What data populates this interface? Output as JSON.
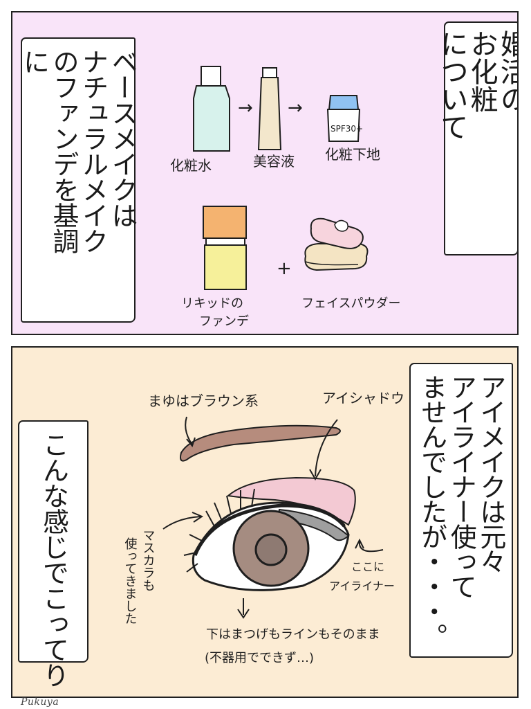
{
  "colors": {
    "top_panel_background": "#f9e4f9",
    "bottom_panel_background": "#fcecd4",
    "eyebrow": "#b68c7d",
    "eyeshadow": "#f3c9d3",
    "iris": "#a58c81",
    "pupil": "#8e7a72",
    "liquid_foundation_cap": "#f4b370",
    "liquid_foundation_body": "#f6f09a",
    "lotion_bottle": "#d7f2ec",
    "serum_tube": "#f3e7cc",
    "primer_cap": "#90c2f2",
    "powder_puff": "#f7d4dd",
    "powder_compact": "#f4e4c3"
  },
  "top_panel": {
    "title_vertical": "婚活の\nお化粧\nについて",
    "base_text_vertical": "ベースメイクは\nナチュラルメイク\nのファンデを基調\nに",
    "items": {
      "lotion_label": "化粧水",
      "serum_label": "美容液",
      "primer_label": "化粧下地",
      "primer_spf": "SPF30+",
      "foundation_label_line1": "リキッドの",
      "foundation_label_line2": "ファンデ",
      "powder_label": "フェイスパウダー",
      "arrow_1": "→",
      "arrow_2": "→",
      "plus": "+"
    }
  },
  "bottom_panel": {
    "eye_text_vertical": "アイメイクは元々\nアイライナー使って\nませんでしたが・・・。",
    "kottori_vertical": "こんな感じでこってり",
    "labels": {
      "eyebrow_note": "まゆはブラウン系",
      "eyeshadow_note": "アイシャドウ",
      "mascara_line1": "マスカラも",
      "mascara_line2": "使ってきました",
      "eyeliner_line1": "ここに",
      "eyeliner_line2": "アイライナー",
      "lower_note_line1": "下はまつげもラインもそのまま",
      "lower_note_line2": "(不器用でできず…)"
    }
  },
  "signature": "Pukuya"
}
